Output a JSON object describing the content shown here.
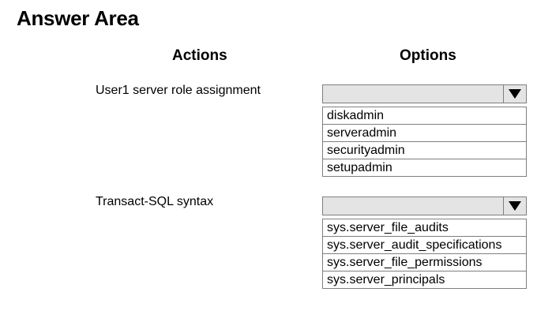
{
  "title": "Answer Area",
  "columns": {
    "actions": "Actions",
    "options": "Options"
  },
  "rows": [
    {
      "label": "User1 server role assignment",
      "options": [
        "diskadmin",
        "serveradmin",
        "securityadmin",
        "setupadmin"
      ]
    },
    {
      "label": "Transact-SQL syntax",
      "options": [
        "sys.server_file_audits",
        "sys.server_audit_specifications",
        "sys.server_file_permissions",
        "sys.server_principals"
      ]
    }
  ],
  "icons": {
    "dropdown_arrow": "triangle-down-icon"
  }
}
